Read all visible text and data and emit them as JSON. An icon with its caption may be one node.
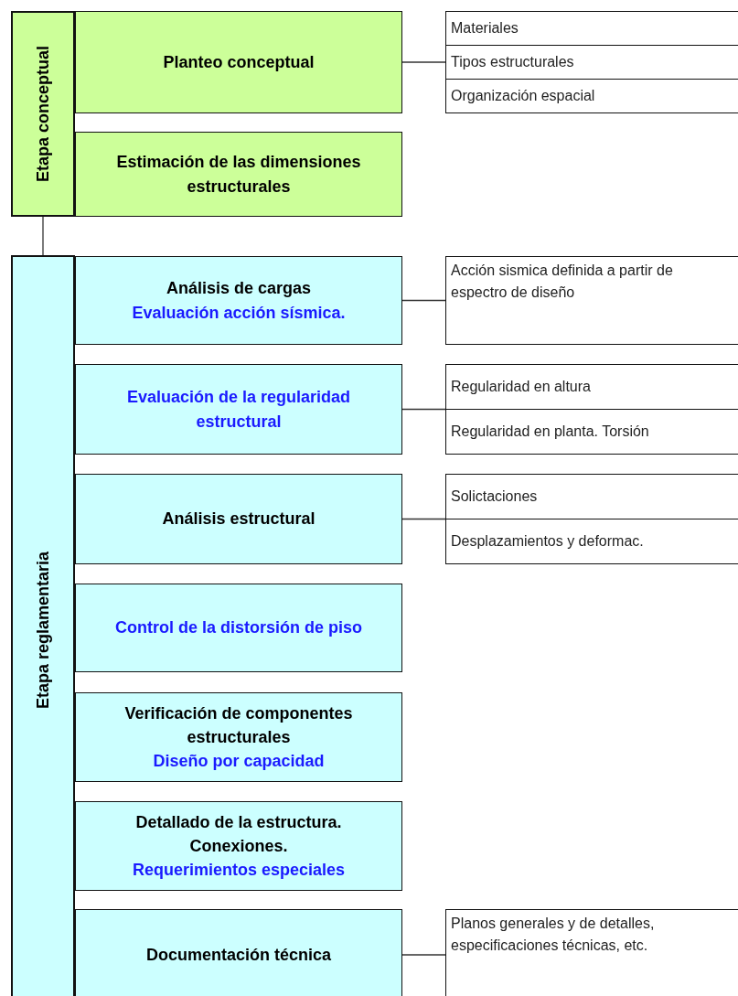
{
  "diagram": {
    "nodes": [
      {
        "text": [
          "Etapa conceptual"
        ]
      },
      {
        "text": [
          "Planteo conceptual"
        ]
      },
      {
        "text": [
          "Estimación de las dimensiones estructurales"
        ]
      },
      {
        "text": [
          "Materiales",
          "Tipos estructurales",
          "Organización espacial"
        ]
      },
      {
        "text": [
          "Etapa reglamentaria"
        ]
      },
      {
        "text": [
          "Análisis de cargas",
          "Evaluación acción sísmica."
        ]
      },
      {
        "text": [
          "Acción sismica definida a partir de espectro de diseño"
        ]
      },
      {
        "text": [
          "Evaluación de la regularidad estructural"
        ]
      },
      {
        "text": [
          "Regularidad en altura",
          "Regularidad en planta. Torsión"
        ]
      },
      {
        "text": [
          "Análisis estructural"
        ]
      },
      {
        "text": [
          "Solictaciones",
          "Desplazamientos y deformac."
        ]
      },
      {
        "text": [
          "Control de la distorsión de piso"
        ]
      },
      {
        "text": [
          "Verificación de componentes estructurales",
          "Diseño por capacidad"
        ]
      },
      {
        "text": [
          "Detallado de la estructura. Conexiones.",
          "Requerimientos especiales"
        ]
      },
      {
        "text": [
          "Documentación técnica"
        ]
      },
      {
        "text": [
          "Planos generales y de detalles, especificaciones técnicas, etc."
        ]
      }
    ],
    "edges": [
      {
        "from": 0,
        "to": 4,
        "arrow": "none"
      },
      {
        "from": 1,
        "to": 3,
        "arrow": "none"
      },
      {
        "from": 5,
        "to": 6,
        "arrow": "none"
      },
      {
        "from": 7,
        "to": 8,
        "arrow": "none"
      },
      {
        "from": 9,
        "to": 10,
        "arrow": "none"
      },
      {
        "from": 14,
        "to": 15,
        "arrow": "none"
      }
    ]
  }
}
